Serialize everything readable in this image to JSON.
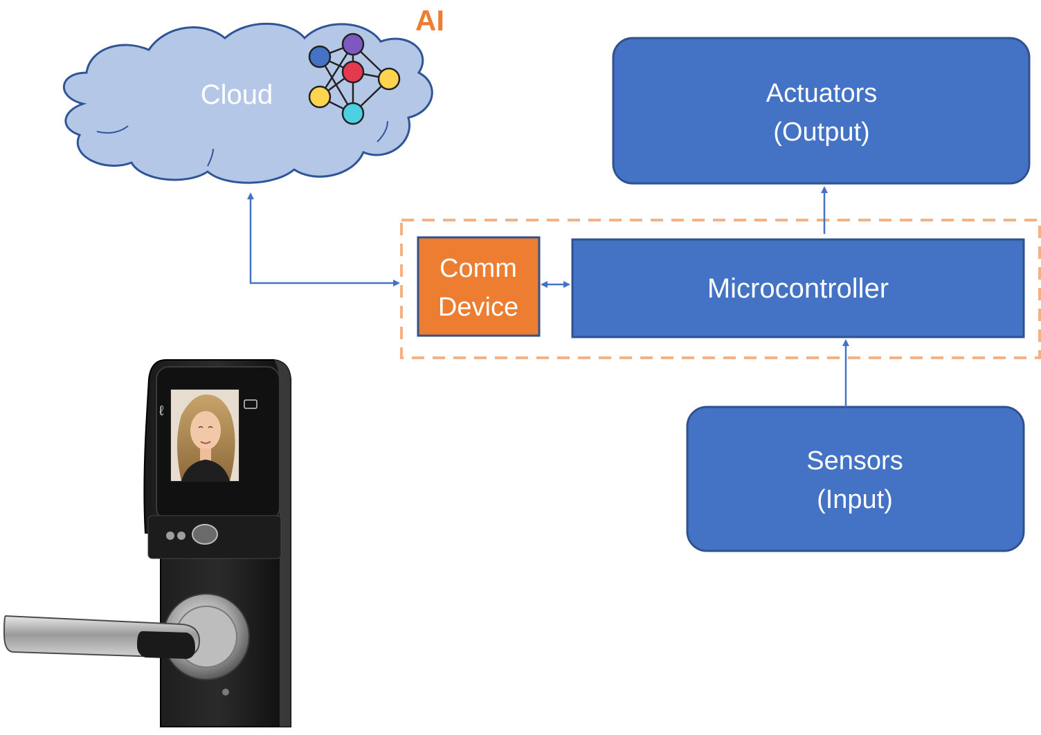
{
  "cloud": {
    "label": "Cloud"
  },
  "ai": {
    "label": "AI"
  },
  "actuators": {
    "line1": "Actuators",
    "line2": "(Output)"
  },
  "comm_device": {
    "line1": "Comm",
    "line2": "Device"
  },
  "microcontroller": {
    "label": "Microcontroller"
  },
  "sensors": {
    "line1": "Sensors",
    "line2": "(Input)"
  },
  "colors": {
    "block_fill": "#4472C4",
    "block_stroke": "#2F528F",
    "comm_fill": "#ED7D31",
    "cloud_fill": "#B4C7E7",
    "ai_text": "#ED7D31",
    "dashed_border": "#F4B183",
    "arrow": "#4472C4"
  },
  "icons": {
    "neural_network": "neural-network-icon",
    "smart_lock": "smart-door-lock-photo"
  }
}
